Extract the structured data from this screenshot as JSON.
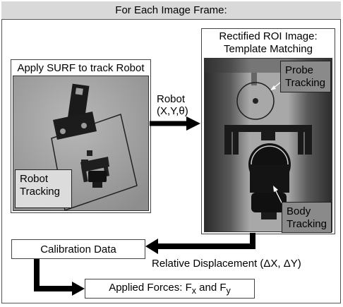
{
  "header": {
    "title": "For Each Image Frame:"
  },
  "left_panel": {
    "title": "Apply SURF to track Robot",
    "annotation": [
      "Robot",
      "Tracking"
    ]
  },
  "right_panel": {
    "title": [
      "Rectified ROI Image:",
      "Template Matching"
    ],
    "probe_annotation": [
      "Probe",
      "Tracking"
    ],
    "body_annotation": [
      "Body",
      "Tracking"
    ]
  },
  "robot_pose": {
    "line1": "Robot",
    "line2": "(X,Y,θ)"
  },
  "relative_displacement": "Relative Displacement (ΔX, ΔY)",
  "calibration": {
    "label": "Calibration Data"
  },
  "forces": {
    "prefix": "Applied Forces: F",
    "fx_sub": "x",
    "middle": " and F",
    "fy_sub": "y"
  }
}
